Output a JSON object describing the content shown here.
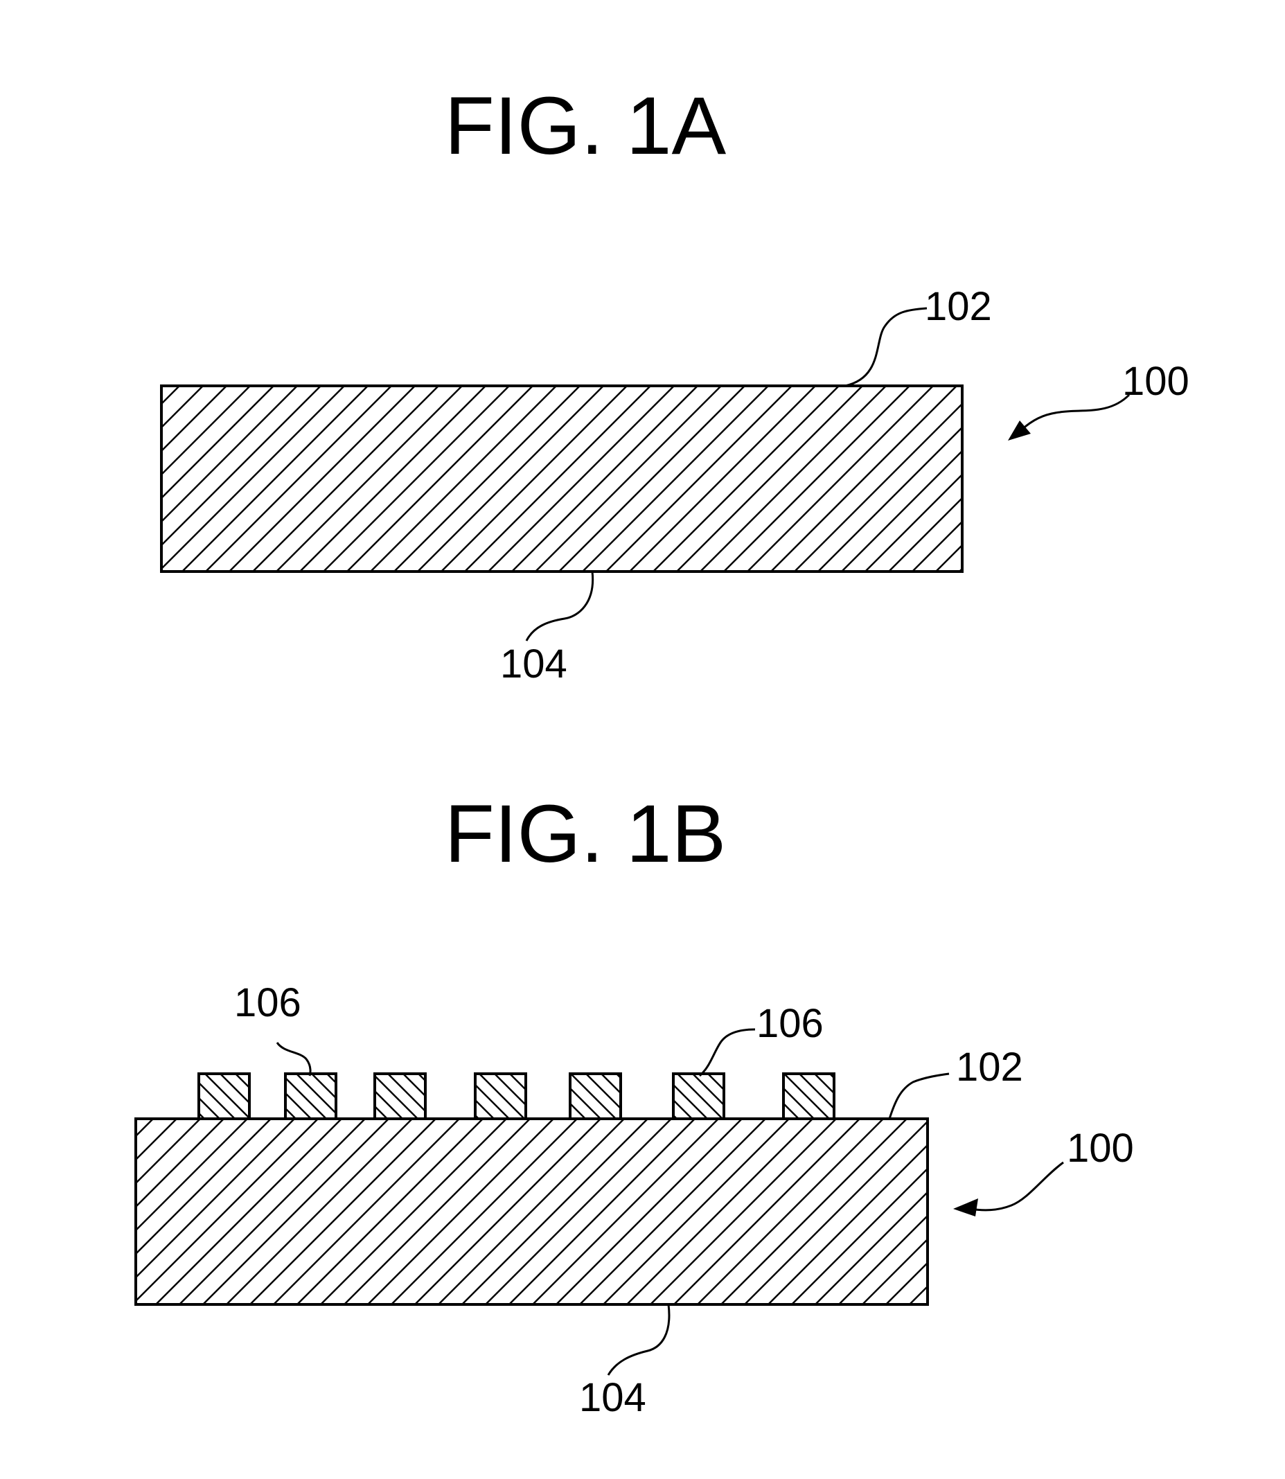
{
  "figures": [
    {
      "title": "FIG. 1A",
      "labels": {
        "substrate": "100",
        "top_surface": "102",
        "bottom_surface": "104"
      }
    },
    {
      "title": "FIG. 1B",
      "labels": {
        "substrate": "100",
        "top_surface": "102",
        "bottom_surface": "104",
        "pad_left": "106",
        "pad_right": "106"
      }
    }
  ]
}
